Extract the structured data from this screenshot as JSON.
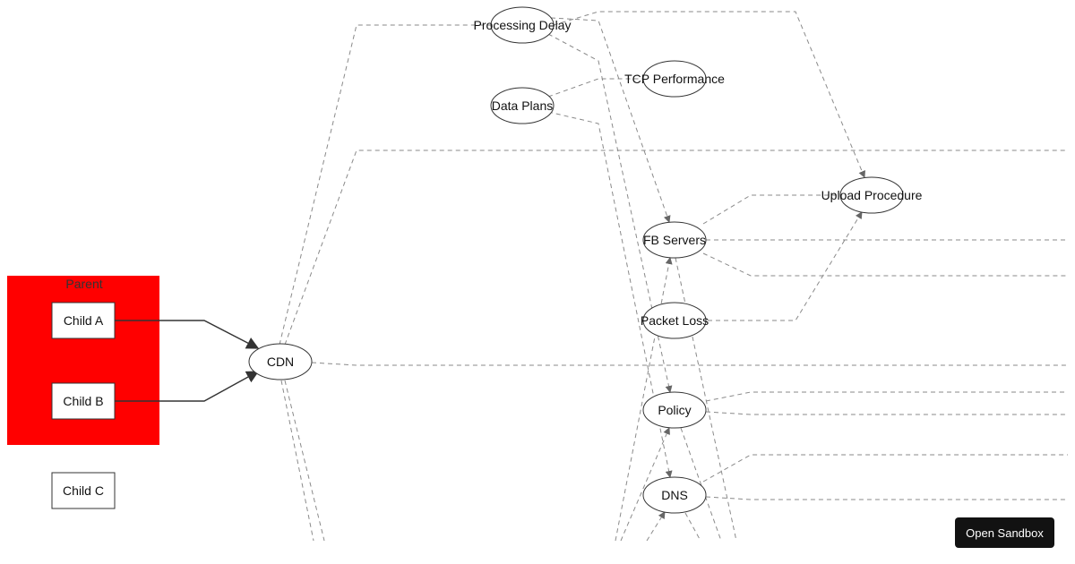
{
  "diagram": {
    "group": {
      "label": "Parent",
      "fill": "#ff0000"
    },
    "boxes": {
      "child_a": "Child A",
      "child_b": "Child B",
      "child_c": "Child C"
    },
    "nodes": {
      "cdn": "CDN",
      "processing_delay": "Processing Delay",
      "data_plans": "Data Plans",
      "tcp_performance": "TCP Performance",
      "upload_procedure": "Upload Procedure",
      "fb_servers": "FB Servers",
      "packet_loss": "Packet Loss",
      "policy": "Policy",
      "dns": "DNS"
    }
  },
  "toolbar": {
    "open_sandbox_label": "Open Sandbox"
  }
}
